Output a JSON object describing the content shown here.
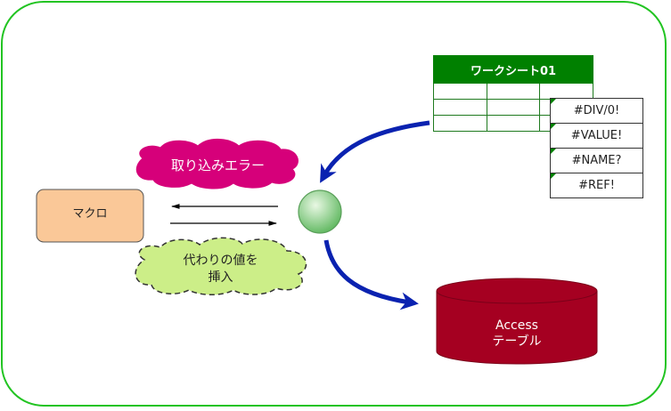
{
  "worksheet": {
    "title": "ワークシート01",
    "errors": [
      "#DIV/0!",
      "#VALUE!",
      "#NAME?",
      "#REF!"
    ]
  },
  "macro": {
    "label": "マクロ"
  },
  "error_cloud": {
    "label": "取り込みエラー"
  },
  "replace_cloud": {
    "line1": "代わりの値を",
    "line2": "挿入"
  },
  "table": {
    "line1": "Access",
    "line2": "テーブル"
  },
  "colors": {
    "frame": "#22c422",
    "sheet_header": "#008000",
    "macro_fill": "#fac898",
    "error_cloud": "#d6007a",
    "replace_cloud": "#ccee88",
    "node": "#66bb66",
    "table_fill": "#a50021",
    "arrow": "#0a22b0"
  }
}
